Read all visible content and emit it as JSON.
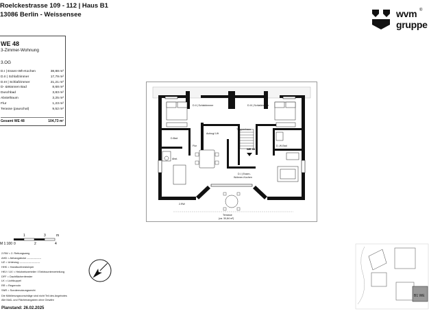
{
  "header": {
    "address": "Roelckestrasse 109 - 112 | Haus B1",
    "city": "13086 Berlin - Weissensee"
  },
  "logo": {
    "line1": "wvm",
    "registered": "®",
    "line2": "gruppe"
  },
  "unit": {
    "id": "WE 48",
    "type": "3-Zimmer-Wohnung",
    "floor": "3.OG",
    "rooms": [
      {
        "name": "D.I | Essen-Wh-Kochen",
        "area": "38,88 m²"
      },
      {
        "name": "D.II | Schlafzimmer",
        "area": "17,79 m²"
      },
      {
        "name": "D.III | Schlafzimmer",
        "area": "21,21 m²"
      },
      {
        "name": "D- &Wannen Bad",
        "area": "8,68 m²"
      },
      {
        "name": "Duschbad",
        "area": "3,83 m²"
      },
      {
        "name": "Abstellraum",
        "area": "3,25 m²"
      },
      {
        "name": "Flur",
        "area": "1,23 m²"
      },
      {
        "name": "Terasse (pauschal)",
        "area": "9,52 m²"
      }
    ],
    "total_label": "Gesamt WE 48",
    "total_area": "104,73 m²"
  },
  "scale": {
    "ratio": "M 1:100",
    "top_labels": [
      "1",
      "3",
      "m"
    ],
    "bottom_labels": [
      "0",
      "2",
      "4"
    ]
  },
  "legend": [
    "2.RW = 2. Rettungsweg",
    "AHD = Abhangdecke ----------------",
    "UZ = Unterzug -----------------------",
    "HHK = Handtuchheizkörper",
    "HKV / UV = Heizkreisverteiler / Elektrounterverteilung",
    "DFF = Dachflächenfenster",
    "LK = Lichtkuppel",
    "RR = Regenrohr",
    "SNR = Sondernutzungsrecht"
  ],
  "disclaimer": [
    "Die Möblierungsvorschläge sind nicht Teil des Angebotes",
    "Alle Maß- und Flächenangaben ohne Gewähr"
  ],
  "plan_date": "Planstand: 26.02.2025",
  "plan": {
    "room_dii": "D.II | Schlafzimmer",
    "room_diii": "D.III | Schlafzimmer",
    "room_di": "D.I | Essen-",
    "room_di2": "Wohnen-Kochen",
    "stair": "Treppenhaus",
    "lift": "Aufzug/ Lift",
    "bath_d": "D-Bad",
    "bath_w": "D.-W-Bad",
    "flur": "Flur",
    "abst": "Abst.",
    "unit_tag": "WE 48",
    "rw": "2.RW",
    "terrace": "Terrasse",
    "terrace_area": "(ca. 30,84 m²)"
  },
  "site": {
    "label": "B1 WE"
  }
}
